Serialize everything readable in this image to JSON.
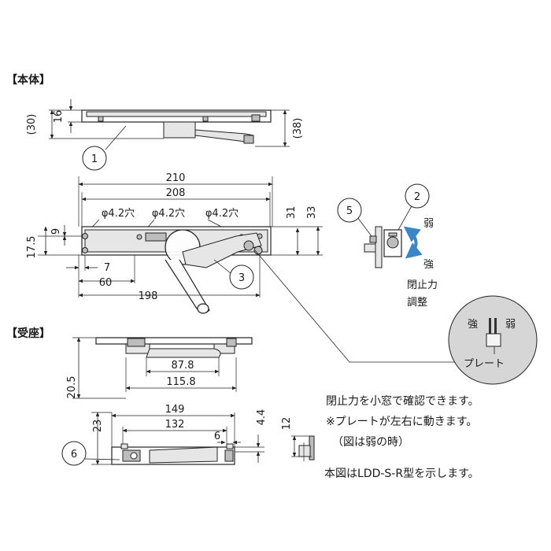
{
  "sections": {
    "main_body": "【本体】",
    "receiver": "【受座】"
  },
  "dimensions": {
    "d30": "(30)",
    "d16": "16",
    "d38": "(38)",
    "d210": "210",
    "d208": "208",
    "hole1": "φ4.2穴",
    "hole2": "φ4.2穴",
    "hole3": "φ4.2穴",
    "d9": "9",
    "d17_5": "17.5",
    "d7": "7",
    "d60": "60",
    "d198": "198",
    "d31": "31",
    "d33": "33",
    "d20_5": "20.5",
    "d87_8": "87.8",
    "d115_8": "115.8",
    "d149": "149",
    "d132": "132",
    "d23": "23",
    "d6": "6",
    "d4_4": "4.4",
    "d12": "12"
  },
  "callouts": {
    "c1": "1",
    "c2": "2",
    "c3": "3",
    "c5": "5",
    "c6": "6"
  },
  "adjust": {
    "weak": "弱",
    "strong": "強",
    "force_line1": "閉止力",
    "force_line2": "調整"
  },
  "inset": {
    "strong": "強",
    "weak": "弱",
    "plate": "プレート"
  },
  "notes": {
    "line1": "閉止力を小窓で確認できます。",
    "line2": "※プレートが左右に動きます。",
    "line3": "（図は弱の時）",
    "line4": "本図はLDD-S-R型を示します。"
  },
  "colors": {
    "arrow_blue": "#3a86c8",
    "inset_gray": "#d6d6d6"
  }
}
